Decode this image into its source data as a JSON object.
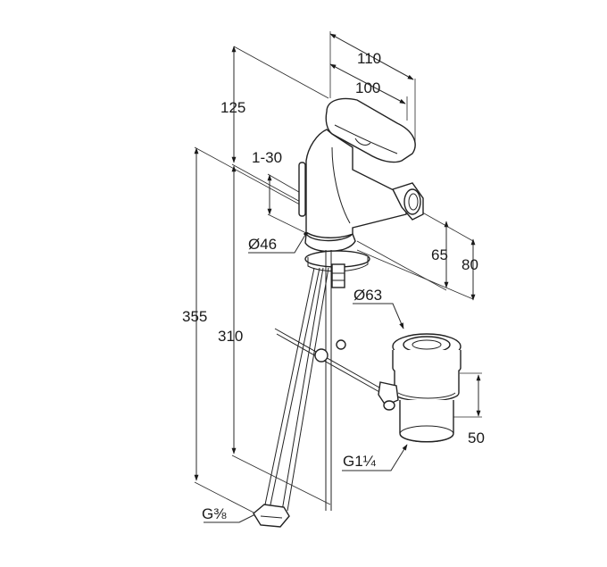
{
  "drawing": {
    "dimensions": {
      "width_top": "110",
      "width_inner": "100",
      "height_spout": "125",
      "rod_travel": "1-30",
      "body_diameter": "Ø46",
      "total_height": "355",
      "hose_length": "310",
      "spout_height_1": "65",
      "spout_height_2": "80",
      "waste_diameter": "Ø63",
      "waste_depth": "50"
    },
    "threads": {
      "waste_thread": "G1¼",
      "supply_thread": "G⅜"
    }
  }
}
